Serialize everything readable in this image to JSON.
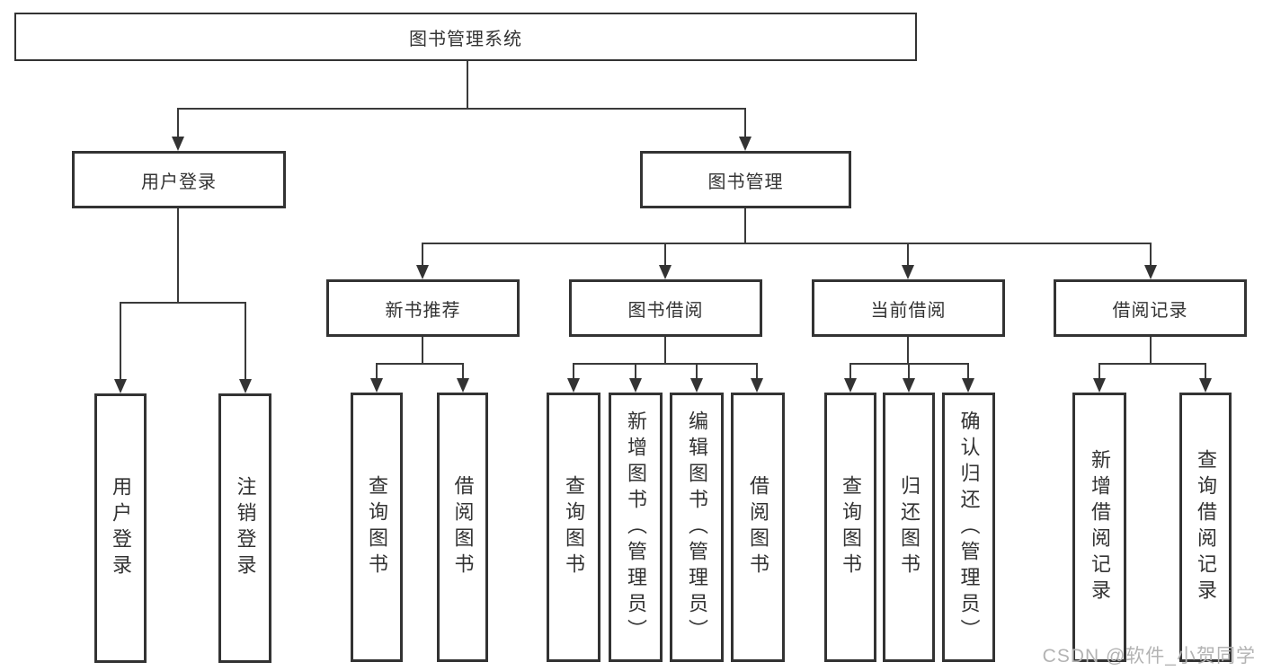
{
  "diagram": {
    "root": {
      "label": "图书管理系统"
    },
    "level1": [
      {
        "label": "用户登录"
      },
      {
        "label": "图书管理"
      }
    ],
    "level2": [
      {
        "label": "新书推荐"
      },
      {
        "label": "图书借阅"
      },
      {
        "label": "当前借阅"
      },
      {
        "label": "借阅记录"
      }
    ],
    "leaves": {
      "user": [
        "用户登录",
        "注销登录"
      ],
      "recommend": [
        "查询图书",
        "借阅图书"
      ],
      "borrow": [
        "查询图书",
        "新增图书（管理员）",
        "编辑图书（管理员）",
        "借阅图书"
      ],
      "current": [
        "查询图书",
        "归还图书",
        "确认归还（管理员）"
      ],
      "records": [
        "新增借阅记录",
        "查询借阅记录"
      ]
    }
  },
  "watermark": {
    "text": "CSDN @软件_小贺同学"
  },
  "colors": {
    "line": "#3a3a3a",
    "border": "#333333",
    "text": "#333333",
    "watermark": "#b3b3b3",
    "background": "#ffffff"
  }
}
